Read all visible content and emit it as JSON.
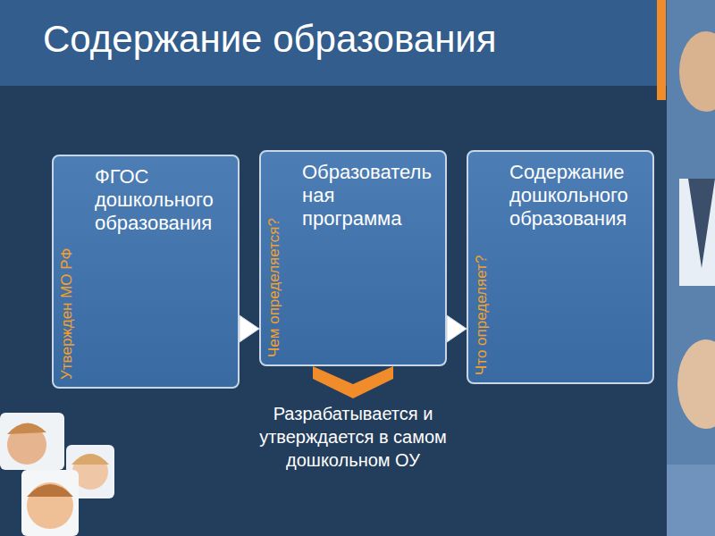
{
  "diagram": {
    "title": "Содержание образования",
    "nodes": [
      {
        "text": [
          "Утвержден МО РФ",
          "ФГОС дошкольного образования"
        ]
      },
      {
        "text": [
          "Чем определяется?",
          "Образовательная программа"
        ]
      },
      {
        "text": [
          "Что определяет?",
          "Содержание дошкольного образования"
        ]
      }
    ],
    "edges": [
      {
        "from": 0,
        "to": 1,
        "arrow": "to"
      },
      {
        "from": 1,
        "to": 2,
        "arrow": "to"
      }
    ],
    "labels": [
      "Разрабатывается и утверждается в самом дошкольном ОУ"
    ]
  }
}
